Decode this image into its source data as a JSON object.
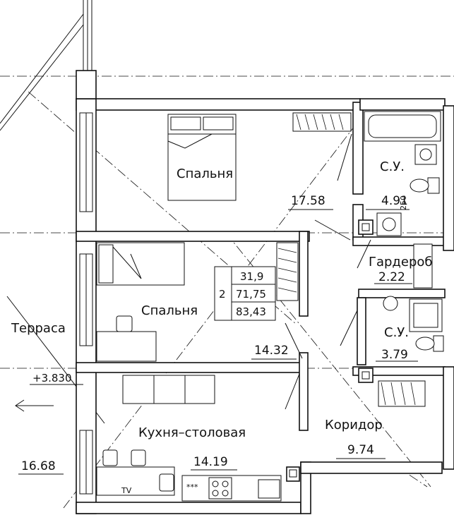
{
  "rooms": {
    "bedroom1": {
      "name": "Спальня",
      "area": "17.58"
    },
    "bedroom2": {
      "name": "Спальня",
      "area": "14.32"
    },
    "kitchen": {
      "name": "Кухня–столовая",
      "area": "14.19"
    },
    "bathroom1": {
      "name": "С.У.",
      "area": "4.91"
    },
    "bathroom2": {
      "name": "С.У.",
      "area": "3.79"
    },
    "wardrobe": {
      "name": "Гардероб",
      "area": "2.22"
    },
    "corridor": {
      "name": "Коридор",
      "area": "9.74"
    },
    "terrace": {
      "name": "Терраса",
      "area": "16.68",
      "level": "+3.830"
    }
  },
  "apartment": {
    "rooms_count": "2",
    "living_area": "31,9",
    "total_area": "71,75",
    "total_area_with_terrace": "83,43"
  },
  "annotations": {
    "pipe_dim": "250",
    "tv_label": "TV",
    "stove_mark": "***"
  }
}
